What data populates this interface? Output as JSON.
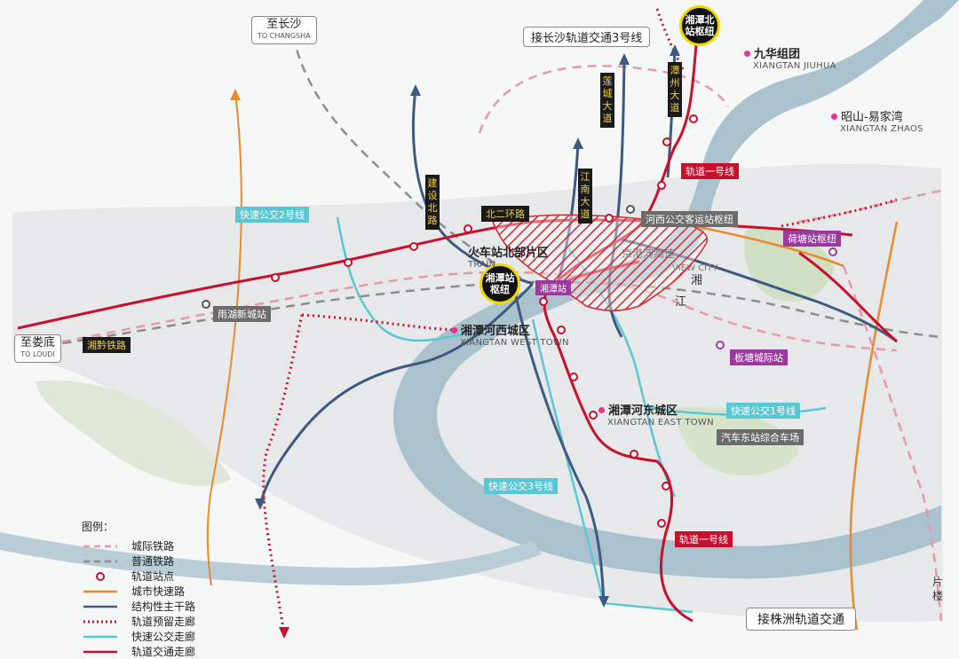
{
  "top_boxes": {
    "changsha_cn": "至长沙",
    "changsha_en": "TO CHANGSHA",
    "metro3": "接长沙轨道交通3号线",
    "loudi_cn": "至娄底",
    "loudi_en": "TO LOUDI",
    "zhuzhou": "接株洲轨道交通"
  },
  "hubs": {
    "north": "湘潭北站枢纽",
    "main": "湘潭站枢纽"
  },
  "roads": {
    "lianhua": "莲城大道",
    "xiangzhou": "潭州大道",
    "jiangnan": "江南大道",
    "jianshe": "建设北路",
    "beierhuan": "北二环路",
    "xiangqian": "湘黔铁路"
  },
  "chips": {
    "metro1_north": "轨道一号线",
    "metro1_south": "轨道一号线",
    "brt2": "快速公交2号线",
    "brt1": "快速公交1号线",
    "brt3": "快速公交3号线",
    "hexi_hub": "河西公交客运站枢纽",
    "hetang_hub": "荷塘站枢纽",
    "bantang": "板塘城际站",
    "yuhu": "雨湖新城站",
    "qiche_dong": "汽车东站综合车场",
    "xiangtan_zhan_label": "湘潭站"
  },
  "places": {
    "jiuhua_cn": "九华组团",
    "jiuhua_en": "XIANGTAN JIUHUA",
    "zhaoshan_cn": "昭山-易家湾",
    "zhaoshan_en": "XIANGTAN ZHAOS",
    "huochezhan_cn": "火车站北部片区",
    "huochezhan_en": "TRAIN",
    "hexi_cn": "湘潭河西城区",
    "hexi_en": "XIANGTAN WEST TOWN",
    "hedong_cn": "湘潭河东城区",
    "hedong_en": "XIANGTAN EAST TOWN",
    "river_1": "湘",
    "river_2": "江",
    "faded_1": "京港澳高速",
    "faded_2": "VIEW CITY",
    "edge_1": "片",
    "edge_2": "楼"
  },
  "legend": {
    "title": "图例：",
    "items": [
      {
        "label": "城际铁路",
        "style": "dash",
        "color": "#e79aa6"
      },
      {
        "label": "普通铁路",
        "style": "dash",
        "color": "#8c8c8c"
      },
      {
        "label": "轨道站点",
        "style": "circle",
        "color": "#c8102e"
      },
      {
        "label": "城市快速路",
        "style": "solid",
        "color": "#e98a2e"
      },
      {
        "label": "结构性主干路",
        "style": "solid",
        "color": "#3d5a80"
      },
      {
        "label": "轨道预留走廊",
        "style": "dotted",
        "color": "#c8102e"
      },
      {
        "label": "快速公交走廊",
        "style": "solid",
        "color": "#5bc7d3"
      },
      {
        "label": "轨道交通走廊",
        "style": "solid",
        "color": "#c8102e"
      }
    ]
  },
  "colors": {
    "river": "#a9c2cd",
    "land": "#e8eaeb",
    "green": "#c8dcbc",
    "metro": "#c8102e",
    "trunk": "#3d5a80",
    "brt": "#5bc7d3",
    "express": "#e98a2e",
    "hub_ring": "#f2d700",
    "purple": "#9b3a9e"
  }
}
